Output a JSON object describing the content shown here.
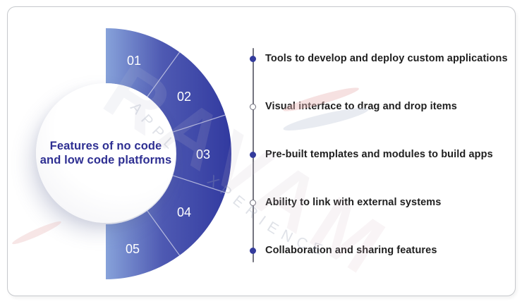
{
  "center": {
    "title_line1": "Features of no code",
    "title_line2": "and low code platforms"
  },
  "wheel": {
    "segments": [
      {
        "number": "01"
      },
      {
        "number": "02"
      },
      {
        "number": "03"
      },
      {
        "number": "04"
      },
      {
        "number": "05"
      }
    ]
  },
  "features": [
    {
      "label": "Tools to develop and deploy custom applications",
      "marker": "filled"
    },
    {
      "label": "Visual interface to drag and drop items",
      "marker": "open"
    },
    {
      "label": "Pre-built templates and modules to build apps",
      "marker": "filled"
    },
    {
      "label": "Ability to link with external systems",
      "marker": "open"
    },
    {
      "label": "Collaboration and sharing features",
      "marker": "filled"
    }
  ],
  "watermark": {
    "large_text": "RAVAM",
    "arc_text": "APPL XPERIENCE"
  },
  "colors": {
    "wheel_gradient_light": "#87A2DA",
    "wheel_gradient_mid": "#4E59B2",
    "wheel_gradient_dark": "#31399F",
    "title_text": "#2E2F92",
    "feature_text": "#1F1F1F",
    "timeline": "#75757F",
    "dot_filled": "#333B9C",
    "card_border": "#C6C8CC"
  }
}
